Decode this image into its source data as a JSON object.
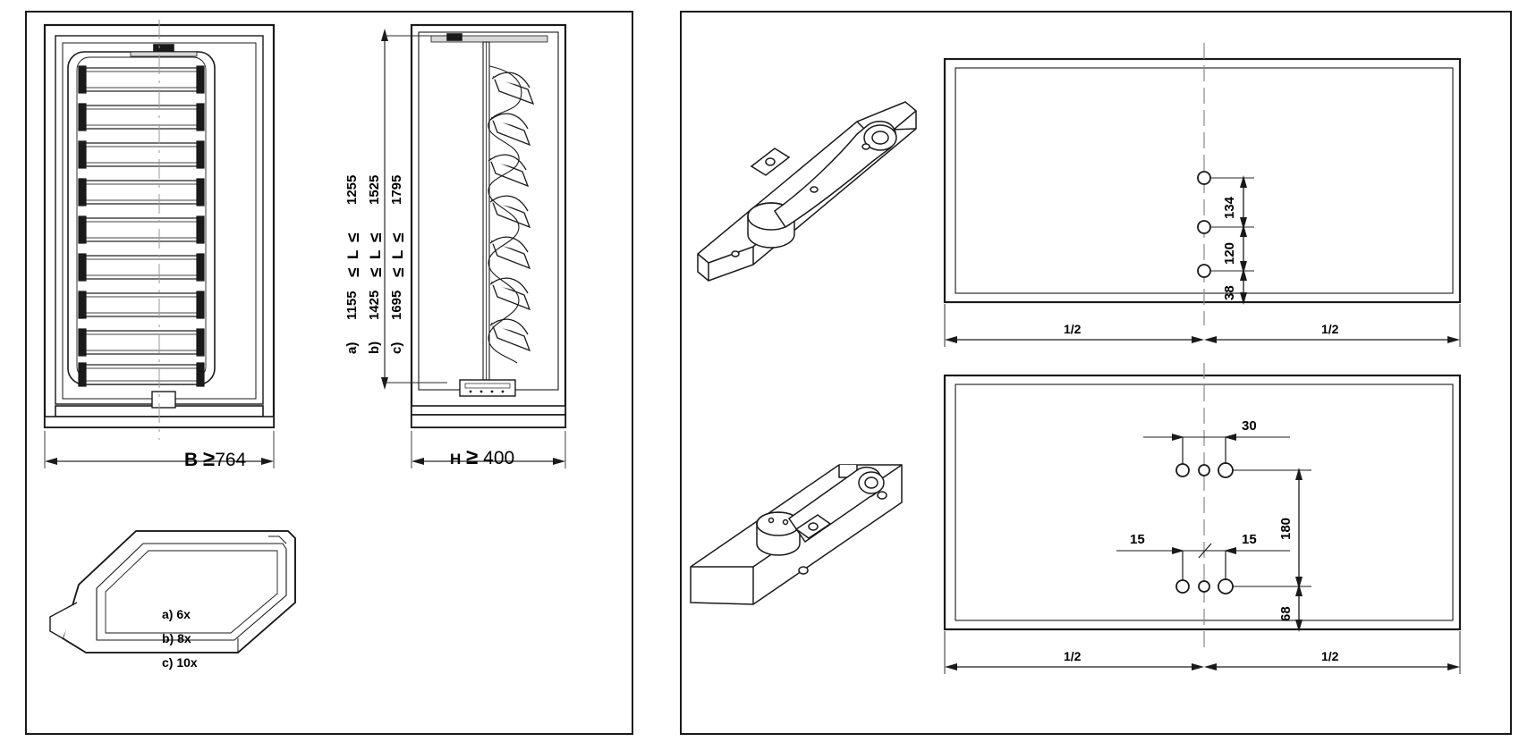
{
  "document": {
    "type": "technical-assembly-drawing",
    "panels": [
      "left-cabinet-views",
      "right-mounting-views"
    ]
  },
  "left_panel": {
    "front_view": {
      "name": "front-view-with-shelves",
      "width_dimension": {
        "symbol_label": "B",
        "relation": "≥",
        "value": "764"
      }
    },
    "side_view": {
      "name": "side-view-carousel",
      "depth_dimension": {
        "symbol_label": "H",
        "relation": "≥",
        "value": "400"
      },
      "height_variants": [
        {
          "key": "a)",
          "min": "1155",
          "rel_low": "≤",
          "var": "L",
          "rel_high": "≤",
          "max": "1255"
        },
        {
          "key": "b)",
          "min": "1425",
          "rel_low": "≤",
          "var": "L",
          "rel_high": "≤",
          "max": "1525"
        },
        {
          "key": "c)",
          "min": "1695",
          "rel_low": "≤",
          "var": "L",
          "rel_high": "≤",
          "max": "1795"
        }
      ]
    },
    "tray_detail": {
      "name": "tray-quantity-legend",
      "lines": [
        "a) 6x",
        "b) 8x",
        "c) 10x"
      ]
    }
  },
  "right_panel": {
    "top_assembly": {
      "name": "top-mounting-plate-view",
      "vertical_dimensions": [
        "134",
        "120",
        "38"
      ],
      "horizontal_dimensions": [
        "1/2",
        "1/2"
      ],
      "hole_count": 3
    },
    "bottom_assembly": {
      "name": "bottom-mounting-plate-view",
      "vertical_dimensions": [
        "180",
        "68"
      ],
      "upper_offset": "30",
      "lower_offsets": [
        "15",
        "15"
      ],
      "horizontal_dimensions": [
        "1/2",
        "1/2"
      ],
      "hole_rows": 2,
      "holes_per_row": 3
    }
  },
  "colors": {
    "line": "#1a1a1a",
    "dim_line": "#3a3a3a",
    "center_line": "#8a8a8a",
    "fill": "#ffffff",
    "light_fill": "#f2f2f2"
  }
}
